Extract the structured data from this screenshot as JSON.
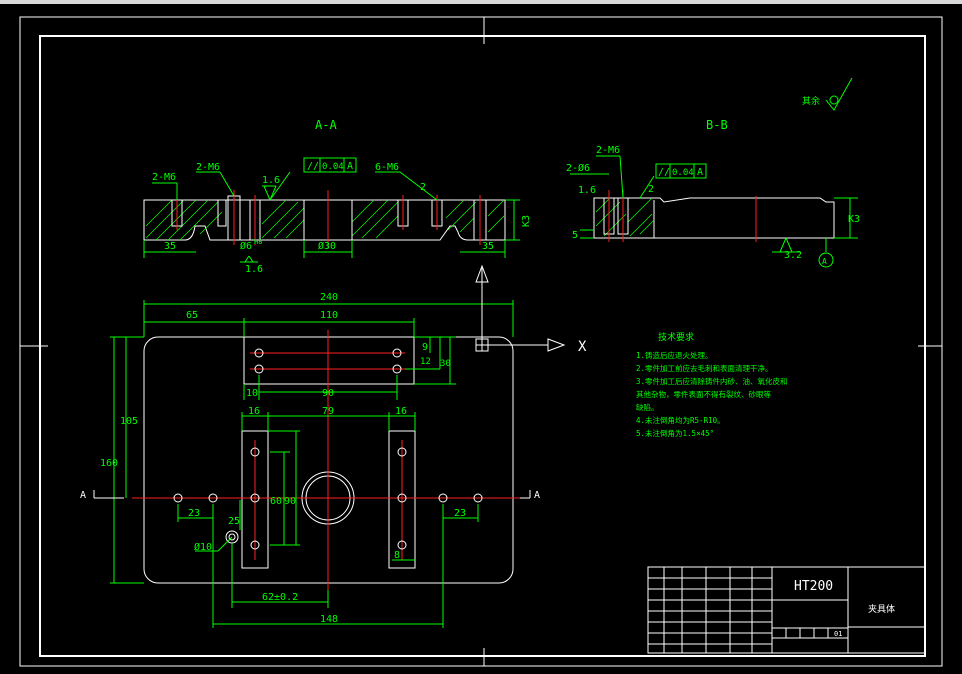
{
  "sections": {
    "aa_title": "A-A",
    "bb_title": "B-B",
    "arrow_a_left": "A",
    "arrow_a_right": "A",
    "axis_x": "X"
  },
  "section_aa": {
    "thread_1": "2-M6",
    "thread_2": "2-M6",
    "thread_3": "6-M6",
    "roughness_top": "1.6",
    "roughness_bottom": "1.6",
    "tolerance_sym": "//",
    "tolerance_val": "0.04",
    "tolerance_ref": "A",
    "dim_2": "2",
    "dim_k3": "K3",
    "dim_35_left": "35",
    "dim_35_right": "35",
    "dim_phi30": "Ø30",
    "dim_phi6": "Ø6",
    "dim_h8": "H8"
  },
  "section_bb": {
    "thread": "2-M6",
    "thread_2": "2-Ø6",
    "roughness": "1.6",
    "tolerance_sym": "//",
    "tolerance_val": "0.04",
    "tolerance_ref": "A",
    "dim_2": "2",
    "dim_5": "5",
    "dim_k3": "K3",
    "roughness_bottom": "3.2",
    "datum": "A"
  },
  "plan": {
    "dim_240": "240",
    "dim_65": "65",
    "dim_110": "110",
    "dim_9": "9",
    "dim_12": "12",
    "dim_30": "30",
    "dim_10": "10",
    "dim_90_h": "90",
    "dim_16_l": "16",
    "dim_79": "79",
    "dim_16_r": "16",
    "dim_105": "105",
    "dim_160": "160",
    "dim_60": "60",
    "dim_90_v": "90",
    "dim_23_l": "23",
    "dim_23_r": "23",
    "dim_25": "25",
    "dim_8": "8",
    "dim_phi10": "Ø10",
    "dim_625": "62±0.2",
    "dim_148": "148"
  },
  "notes": {
    "heading": "技术要求",
    "items": [
      "1.铸造后应退火处理。",
      "2.零件加工前应去毛刺和表面清理干净。",
      "3.零件加工后应清除铸件内砂、油、氧化皮和",
      "  其他杂物，零件表面不得有裂纹、砂眼等",
      "  缺陷。",
      "4.未注倒角均为R5-R10。",
      "5.未注倒角为1.5×45°"
    ]
  },
  "roughness_general": {
    "label": "其余",
    "symbol": "✓"
  },
  "title_block": {
    "material": "HT200",
    "part_name": "夹具体",
    "sheet_code": "01"
  }
}
